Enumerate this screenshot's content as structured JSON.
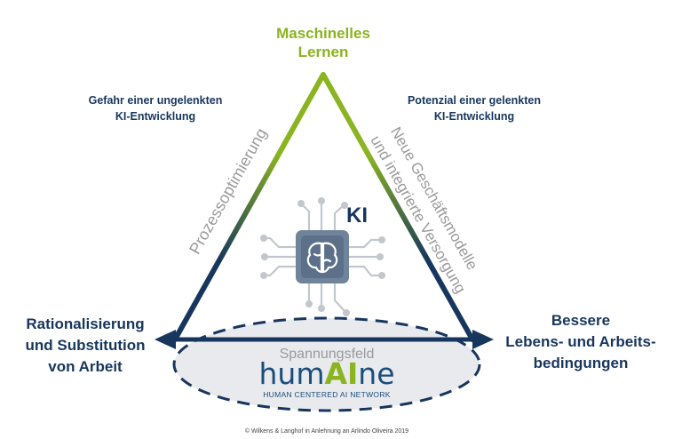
{
  "top_label": {
    "line1": "Maschinelles",
    "line2": "Lernen"
  },
  "left_top_label": {
    "line1": "Gefahr einer ungelenkten",
    "line2": "KI-Entwicklung"
  },
  "right_top_label": {
    "line1": "Potenzial einer gelenkten",
    "line2": "KI-Entwicklung"
  },
  "left_side_label": "Prozessoptimierung",
  "right_side_label": {
    "line1": "Neue Geschäftsmodelle",
    "line2": "und integrierte Versorgung"
  },
  "center_label": "KI",
  "left_corner_label": {
    "line1": "Rationalisierung",
    "line2": "und Substitution",
    "line3": "von Arbeit"
  },
  "right_corner_label": {
    "line1": "Bessere",
    "line2": "Lebens- und Arbeits-",
    "line3": "bedingungen"
  },
  "ellipse_label": "Spannungsfeld",
  "logo": {
    "part1": "hum",
    "part2": "AI",
    "part3": "ne",
    "subtitle": "HUMAN CENTERED AI NETWORK"
  },
  "copyright": "© Wilkens & Langhof in Anlehnung an Arlindo Oliveira 2019",
  "colors": {
    "navy": "#17365d",
    "green": "#8ab420",
    "gray": "#9a9a9a",
    "ellipse_fill": "#e8eaee"
  },
  "icons": {
    "center": "ai-chip-brain-icon"
  }
}
